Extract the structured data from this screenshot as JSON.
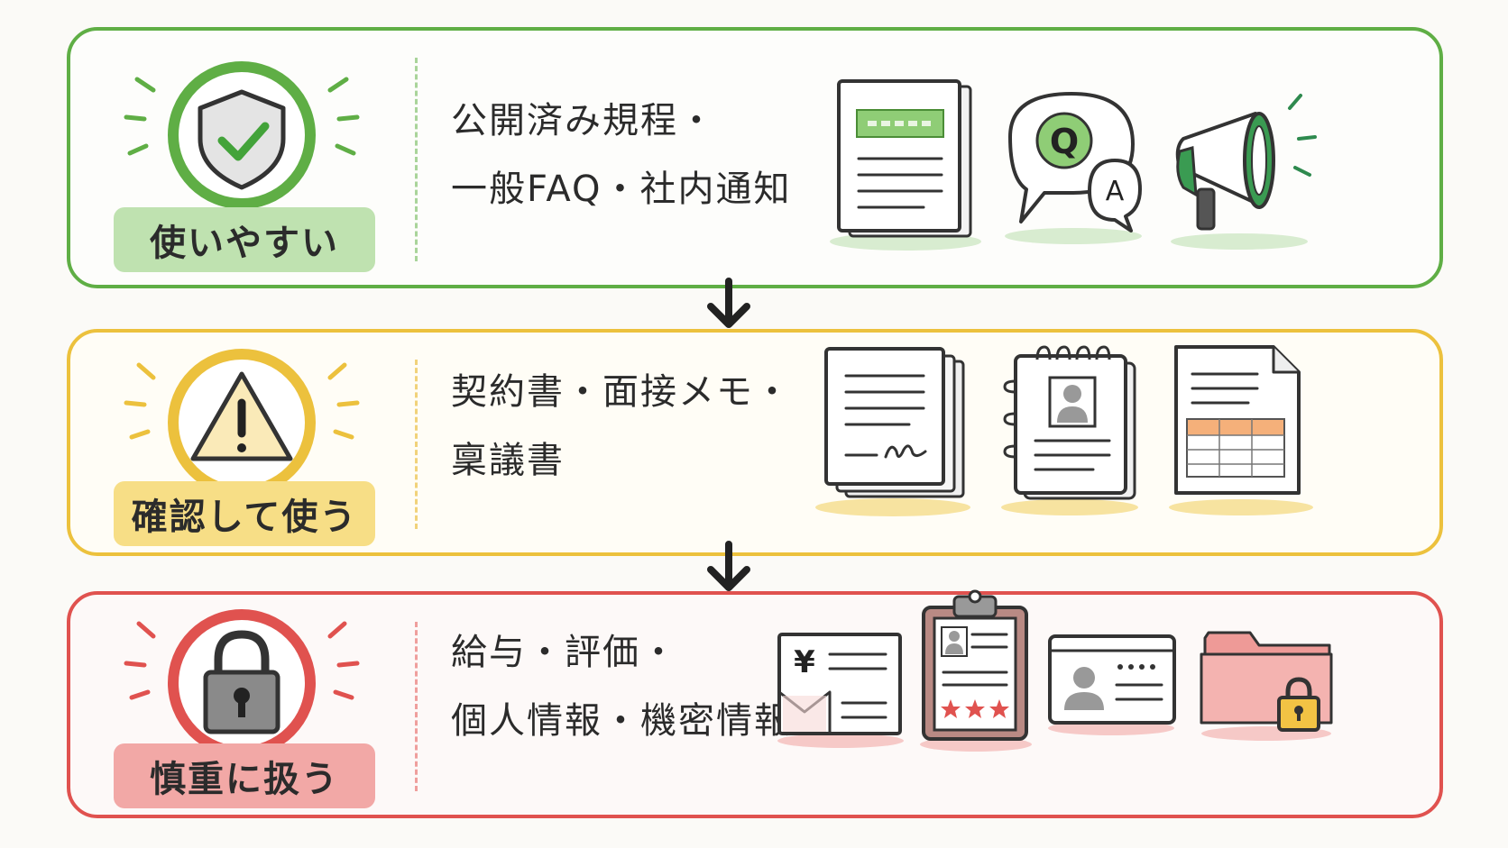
{
  "tiers": [
    {
      "level": "green",
      "label": "使いやすい",
      "line1": "公開済み規程・",
      "line2": "一般FAQ・社内通知",
      "qa_q": "Q",
      "qa_a": "A",
      "icons": [
        "shield-check-icon",
        "document-icon",
        "qa-bubbles-icon",
        "megaphone-icon"
      ]
    },
    {
      "level": "yellow",
      "label": "確認して使う",
      "line1": "契約書・面接メモ・",
      "line2": "稟議書",
      "icons": [
        "warning-icon",
        "signed-contract-icon",
        "notebook-profile-icon",
        "spreadsheet-file-icon"
      ]
    },
    {
      "level": "red",
      "label": "慎重に扱う",
      "line1": "給与・評価・",
      "line2": "個人情報・機密情報",
      "yen": "¥",
      "icons": [
        "padlock-icon",
        "payslip-icon",
        "evaluation-clipboard-icon",
        "id-card-icon",
        "locked-folder-icon"
      ]
    }
  ],
  "colors": {
    "green": "#5fae45",
    "yellow": "#ecc13d",
    "red": "#e0524f"
  }
}
